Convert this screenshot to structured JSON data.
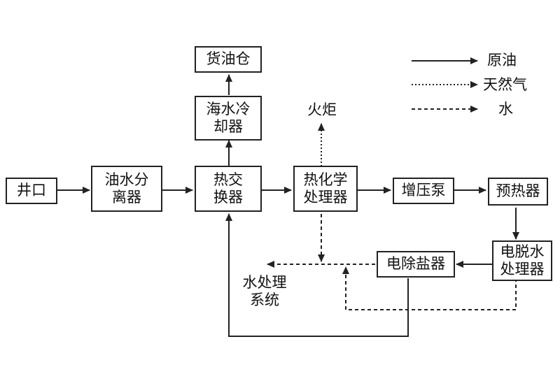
{
  "nodes": {
    "wellhead": "井口",
    "oil_water_separator": "油水分\n离器",
    "heat_exchanger": "热交\n换器",
    "seawater_cooler": "海水冷\n却器",
    "cargo_tank": "货油仓",
    "thermochemical_treater": "热化学\n处理器",
    "booster_pump": "增压泵",
    "preheater": "预热器",
    "electric_dehydrator": "电脱水\n处理器",
    "electric_desalter": "电除盐器"
  },
  "labels": {
    "flare": "火炬",
    "water_treatment": "水处理\n系统"
  },
  "legend": {
    "crude_oil": "原油",
    "natural_gas": "天然气",
    "water": "水"
  },
  "colors": {
    "stroke": "#222222",
    "text": "#111111",
    "background": "#ffffff"
  }
}
